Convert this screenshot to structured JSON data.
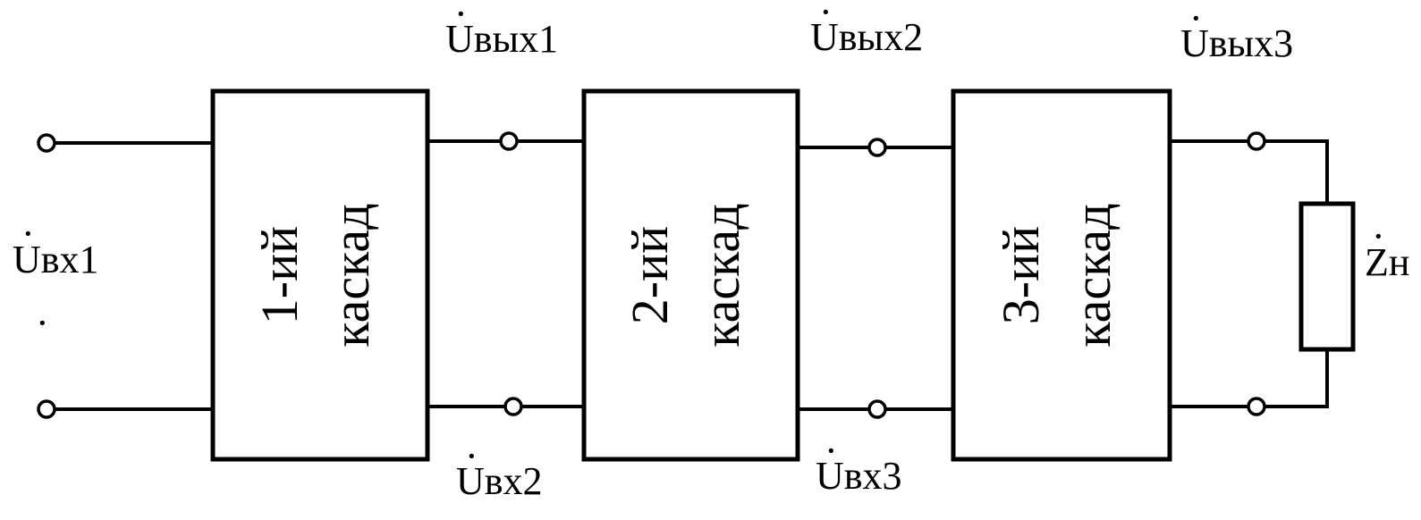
{
  "diagram": {
    "stages": [
      {
        "line1": "1-ий",
        "line2": "каскад"
      },
      {
        "line1": "2-ий",
        "line2": "каскад"
      },
      {
        "line1": "3-ий",
        "line2": "каскад"
      }
    ],
    "labels": {
      "u_in_1": "Uвх1",
      "u_out_1": "Uвых1",
      "u_in_2": "Uвх2",
      "u_out_2": "Uвых2",
      "u_in_3": "Uвх3",
      "u_out_3": "Uвых3",
      "load": "Zн",
      "phasor_dot": "·"
    }
  }
}
